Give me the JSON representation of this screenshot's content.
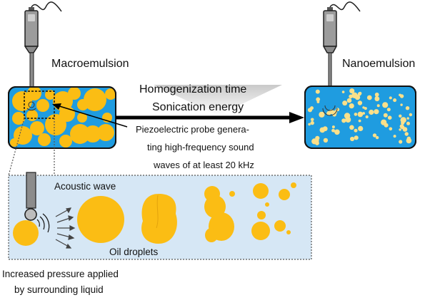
{
  "labels": {
    "macro": "Macroemulsion",
    "nano": "Nanoemulsion",
    "homog_time": "Homogenization time",
    "sonic_energy": "Sonication energy",
    "probe_line1": "Piezoelectric probe genera-",
    "probe_line2": "ting high-frequency sound",
    "probe_line3": "waves of at least 20 kHz",
    "acoustic_wave": "Acoustic wave",
    "oil_droplets": "Oil droplets",
    "pressure_line1": "Increased pressure applied",
    "pressure_line2": "by surrounding liquid"
  },
  "colors": {
    "water_blue": "#1f9ce0",
    "droplet_orange": "#fbbd14",
    "nano_droplet": "#fbe08a",
    "inset_bg": "#d6e7f5",
    "probe_gray": "#8c8c8c"
  },
  "icons": {
    "probe": "ultrasonic-probe-icon"
  }
}
